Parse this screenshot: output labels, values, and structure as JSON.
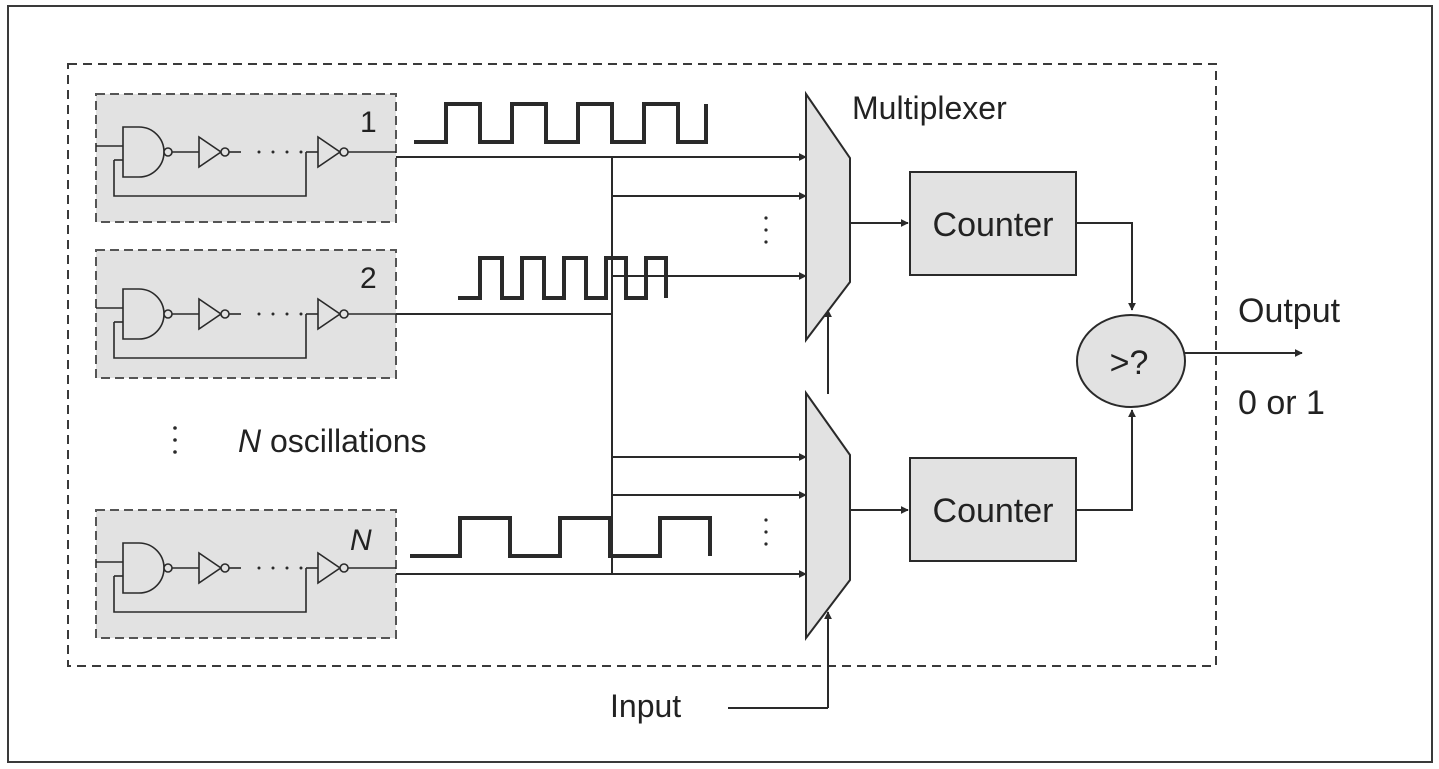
{
  "oscillators": [
    {
      "label": "1"
    },
    {
      "label": "2"
    },
    {
      "label": "N"
    }
  ],
  "n_oscillations": {
    "italic": "N",
    "text": " oscillations"
  },
  "multiplexer_label": "Multiplexer",
  "counter_top_label": "Counter",
  "counter_bottom_label": "Counter",
  "comparator_label": ">?",
  "output_label": "Output",
  "output_values": "0 or 1",
  "input_label": "Input",
  "colors": {
    "gray_fill": "#e2e2e2",
    "stroke": "#2a2a2a",
    "background": "#ffffff"
  }
}
